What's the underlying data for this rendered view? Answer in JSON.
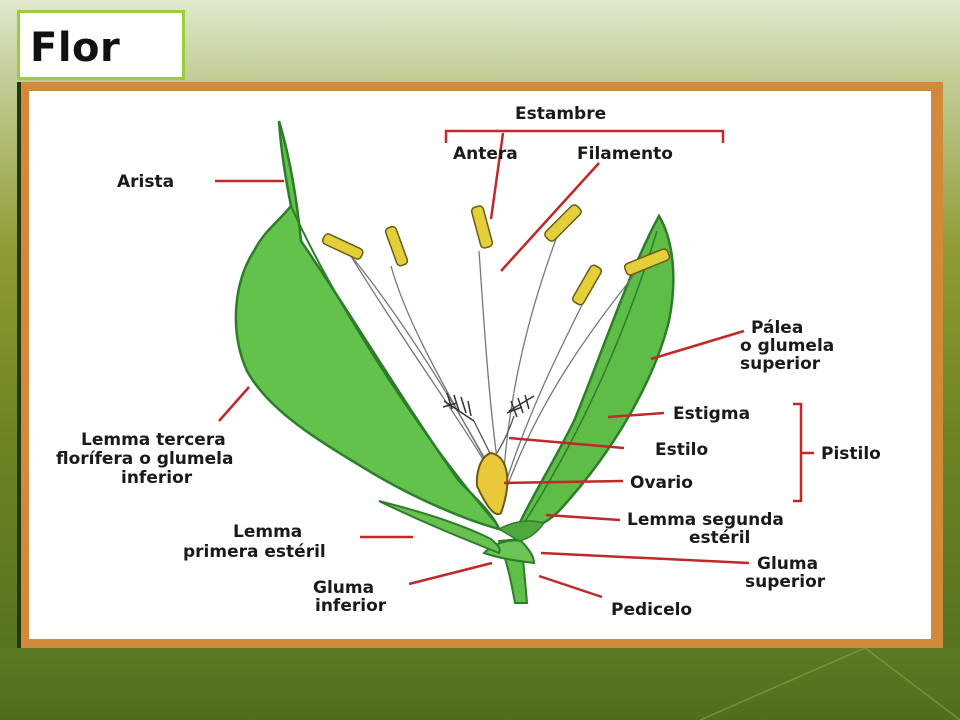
{
  "title": "Flor",
  "labels": {
    "estambre": "Estambre",
    "antera": "Antera",
    "filamento": "Filamento",
    "arista": "Arista",
    "palea_1": "Pálea",
    "palea_2": "o glumela",
    "palea_3": "superior",
    "estigma": "Estigma",
    "estilo": "Estilo",
    "ovario": "Ovario",
    "pistilo": "Pistilo",
    "lemma3_1": "Lemma tercera",
    "lemma3_2": "florífera o glumela",
    "lemma3_3": "inferior",
    "lemma2_1": "Lemma segunda",
    "lemma2_2": "estéril",
    "lemma1_1": "Lemma",
    "lemma1_2": "primera estéril",
    "gluma_sup_1": "Gluma",
    "gluma_sup_2": "superior",
    "gluma_inf_1": "Gluma",
    "gluma_inf_2": "inferior",
    "pedicelo": "Pedicelo"
  },
  "colors": {
    "leaf": "#5fbf4a",
    "leaf_dark": "#2e7d2a",
    "anther": "#e2cf3a",
    "ovary": "#e9c93a",
    "pointer": "#c0282a",
    "frame": "#d4883a",
    "title_border": "#9ccc3c"
  }
}
